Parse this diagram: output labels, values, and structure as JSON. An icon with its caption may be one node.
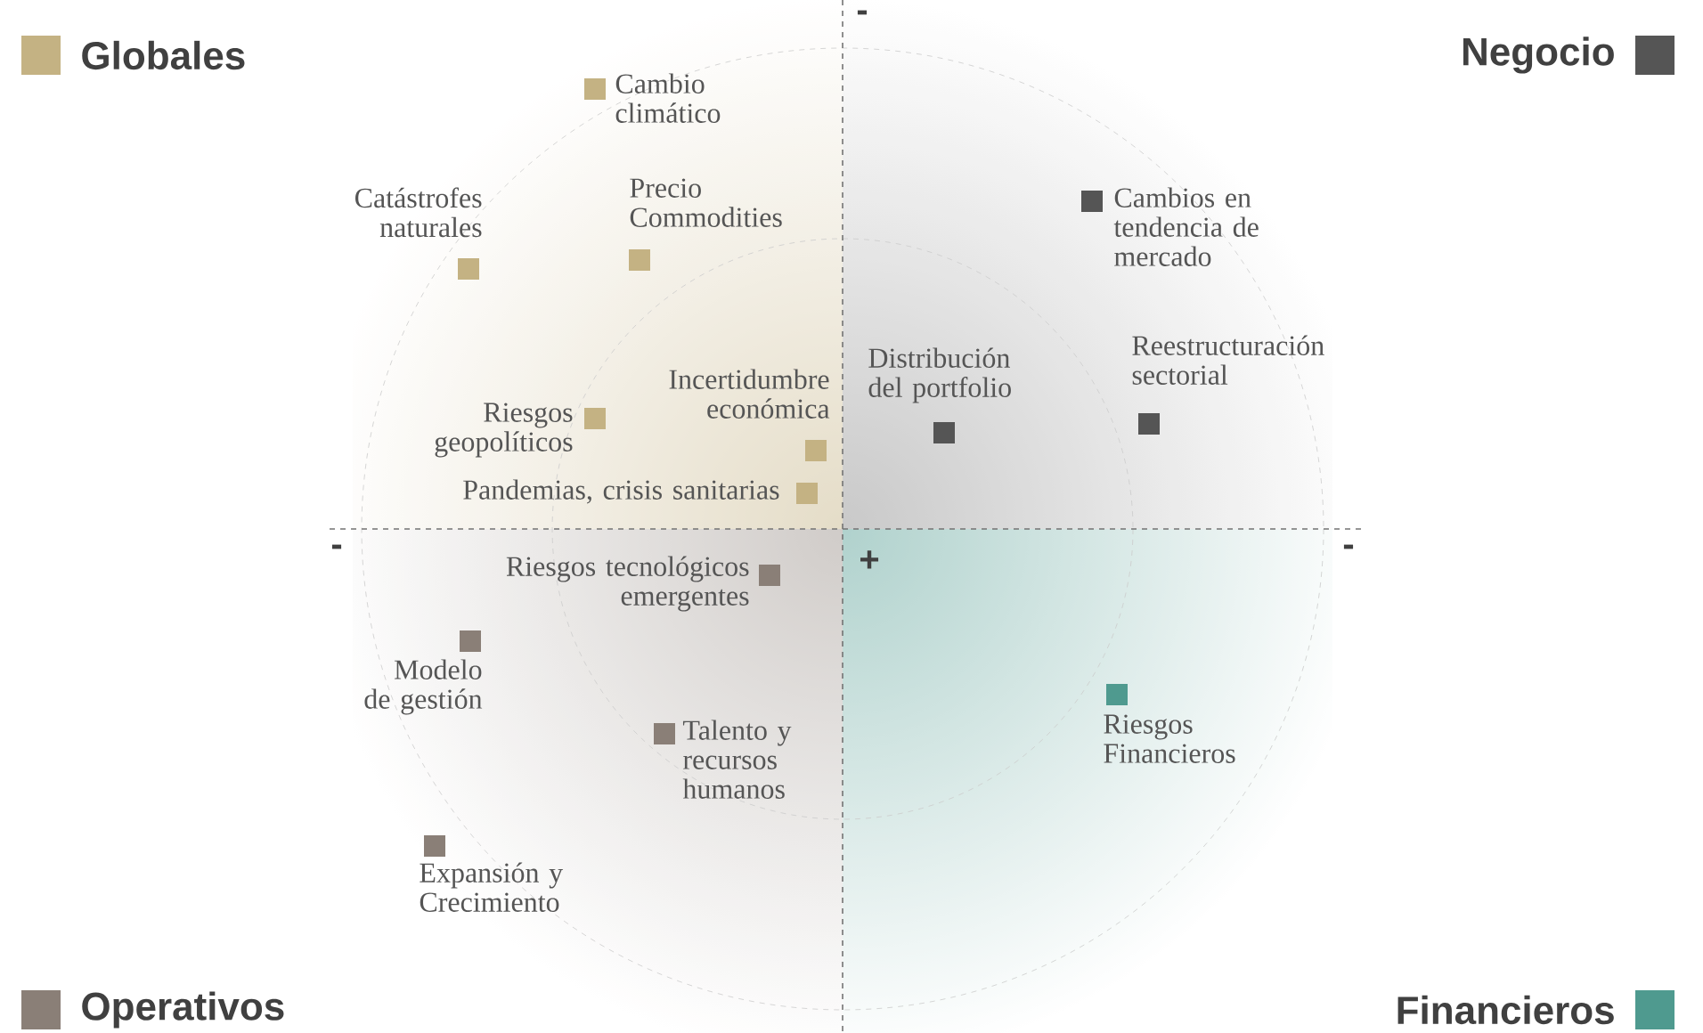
{
  "diagram": {
    "nodes": [
      {
        "text": [],
        "shape": "box",
        "beside": [
          "Cambio climático"
        ]
      },
      {
        "text": [],
        "shape": "box",
        "beside": [
          "Catástrofes naturales"
        ]
      },
      {
        "text": [],
        "shape": "box",
        "beside": [
          "Precio Commodities"
        ]
      },
      {
        "text": [],
        "shape": "box",
        "beside": [
          "Riesgos geopolíticos"
        ]
      },
      {
        "text": [],
        "shape": "box",
        "beside": [
          "Incertidumbre económica"
        ]
      },
      {
        "text": [],
        "shape": "box",
        "beside": [
          "Pandemias, crisis sanitarias"
        ]
      },
      {
        "text": [],
        "shape": "box",
        "beside": [
          "Cambios en tendencia de mercado"
        ]
      },
      {
        "text": [],
        "shape": "box",
        "beside": [
          "Distribución del portfolio"
        ]
      },
      {
        "text": [],
        "shape": "box",
        "beside": [
          "Reestructuración sectorial"
        ]
      },
      {
        "text": [],
        "shape": "box",
        "beside": [
          "Riesgos tecnológicos emergentes"
        ]
      },
      {
        "text": [],
        "shape": "box",
        "beside": [
          "Modelo de gestión"
        ]
      },
      {
        "text": [],
        "shape": "box",
        "beside": [
          "Talento y recursos humanos"
        ]
      },
      {
        "text": [],
        "shape": "box",
        "beside": [
          "Expansión y Crecimiento"
        ]
      },
      {
        "text": [],
        "shape": "box",
        "beside": [
          "Riesgos Financieros"
        ]
      }
    ],
    "labels": [
      "-",
      "-",
      "+",
      "-"
    ],
    "legend": [
      {
        "text": "Globales",
        "color": "#c4b283"
      },
      {
        "text": "Negocio",
        "color": "#555555"
      },
      {
        "text": "Operativos",
        "color": "#8a7f77"
      },
      {
        "text": "Financieros",
        "color": "#4f9a8f"
      }
    ]
  }
}
